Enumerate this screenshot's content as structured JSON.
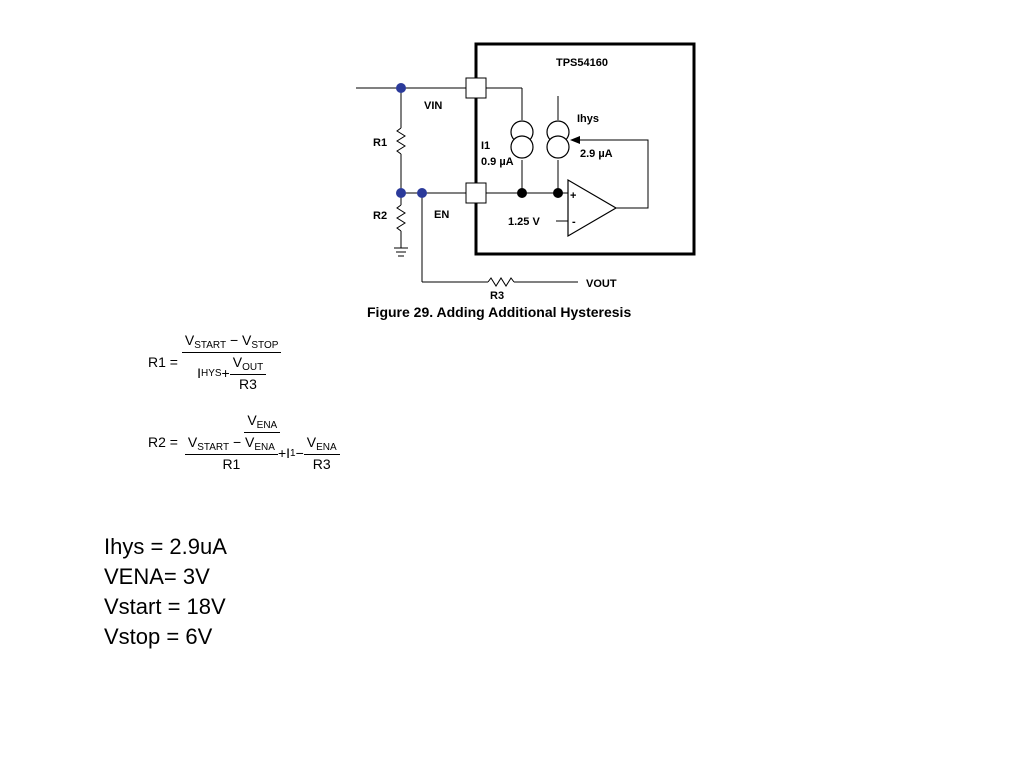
{
  "schematic": {
    "chip_name": "TPS54160",
    "pin_vin": "VIN",
    "pin_en": "EN",
    "r1": "R1",
    "r2": "R2",
    "r3": "R3",
    "vout": "VOUT",
    "i1_name": "I1",
    "i1_value": "0.9 µA",
    "ihys_name": "Ihys",
    "ihys_value": "2.9 µA",
    "vref": "1.25 V",
    "plus": "+",
    "minus": "-",
    "caption": "Figure 29. Adding Additional Hysteresis"
  },
  "equations": {
    "r1_lhs": "R1 =",
    "r2_lhs": "R2 =",
    "v": "V",
    "start": "START",
    "stop": "STOP",
    "out": "OUT",
    "ena": "ENA",
    "i": "I",
    "hys": "HYS",
    "one": "1",
    "minus": " − ",
    "plus": " + ",
    "r1": "R1",
    "r3": "R3"
  },
  "values": {
    "ihys": "Ihys = 2.9uA",
    "vena": "VENA= 3V",
    "vstart": "Vstart = 18V",
    "vstop": "Vstop = 6V"
  },
  "colors": {
    "node": "#2b3a9a",
    "wire": "#000000"
  }
}
